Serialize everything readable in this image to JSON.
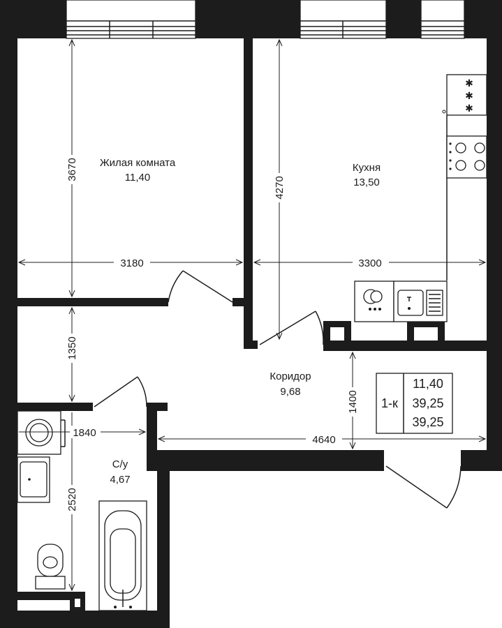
{
  "rooms": {
    "living": {
      "name": "Жилая комната",
      "area": "11,40"
    },
    "kitchen": {
      "name": "Кухня",
      "area": "13,50"
    },
    "corridor": {
      "name": "Коридор",
      "area": "9,68"
    },
    "bathroom": {
      "name": "С/у",
      "area": "4,67"
    }
  },
  "dimensions": {
    "living_height": "3670",
    "living_width": "3180",
    "kitchen_height": "4270",
    "kitchen_width": "3300",
    "corridor_height_left": "1350",
    "corridor_height_right": "1400",
    "corridor_width": "4640",
    "bath_width": "1840",
    "bath_height": "2520"
  },
  "summary": {
    "type": "1-к",
    "living_area": "11,40",
    "total_area": "39,25",
    "total_area_2": "39,25"
  },
  "colors": {
    "wall": "#1c1c1c",
    "background": "#ffffff"
  }
}
